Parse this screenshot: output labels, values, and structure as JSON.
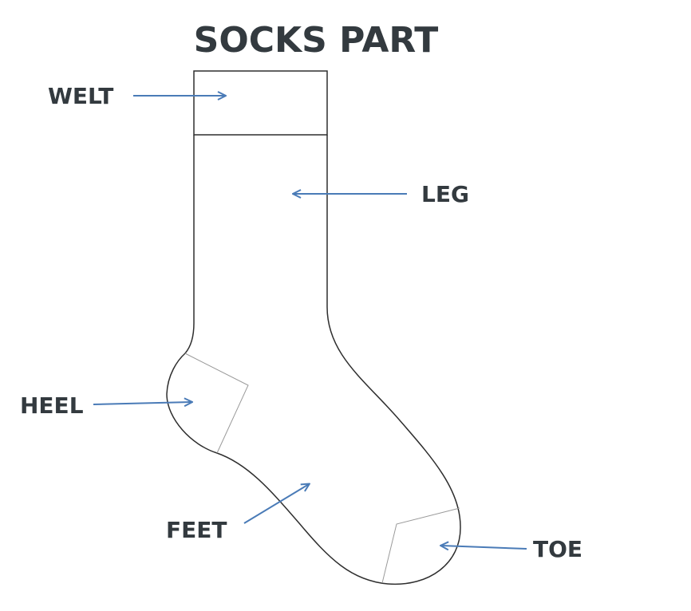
{
  "title": "SOCKS PART",
  "labels": {
    "welt": "WELT",
    "leg": "LEG",
    "heel": "HEEL",
    "feet": "FEET",
    "toe": "TOE"
  },
  "colors": {
    "arrow": "#4a7bb7",
    "text": "#333a3f",
    "outline": "#2e2e2e",
    "seam": "#9a9a9a"
  }
}
